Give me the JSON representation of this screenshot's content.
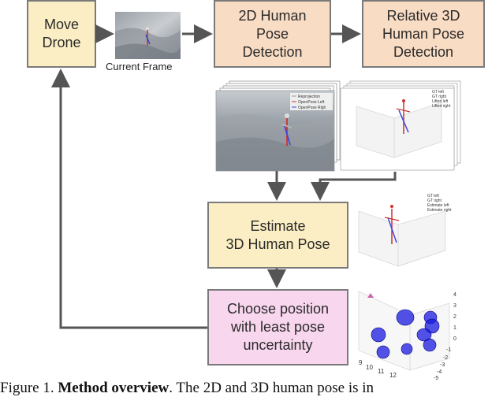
{
  "nodes": {
    "move_drone": "Move\nDrone",
    "pose2d": "2D Human\nPose\nDetection",
    "pose3d_relative": "Relative 3D\nHuman Pose\nDetection",
    "estimate": "Estimate\n3D Human Pose",
    "choose": "Choose position\nwith least pose\nuncertainty"
  },
  "labels": {
    "current_frame": "Current Frame"
  },
  "thumbnails": {
    "reprojection_legend": [
      "Reprojection",
      "OpenPose Left",
      "OpenPose Righ"
    ],
    "relative_legend": [
      "GT left",
      "GT right",
      "Lifted left",
      "Lifted right"
    ],
    "estimate_legend": [
      "GT left",
      "GT right",
      "Estimate left",
      "Estimate right"
    ],
    "uncertainty_axis_x": [
      "9",
      "10",
      "11",
      "12"
    ],
    "uncertainty_axis_y": [
      "-1",
      "-2",
      "-3",
      "-4",
      "-5"
    ],
    "uncertainty_axis_z": [
      "4",
      "3",
      "2",
      "1",
      "0"
    ]
  },
  "caption": {
    "prefix": "Figure 1.",
    "bold": "Method overview",
    "text": ". The 2D and 3D human pose is in"
  },
  "colors": {
    "box_border": "#7a7a7a",
    "arrow": "#555555",
    "yellow": "#fbeec4",
    "peach": "#f9dcc4",
    "pink": "#f8d6ee",
    "uncertainty_blob": "#1a1ae0"
  }
}
